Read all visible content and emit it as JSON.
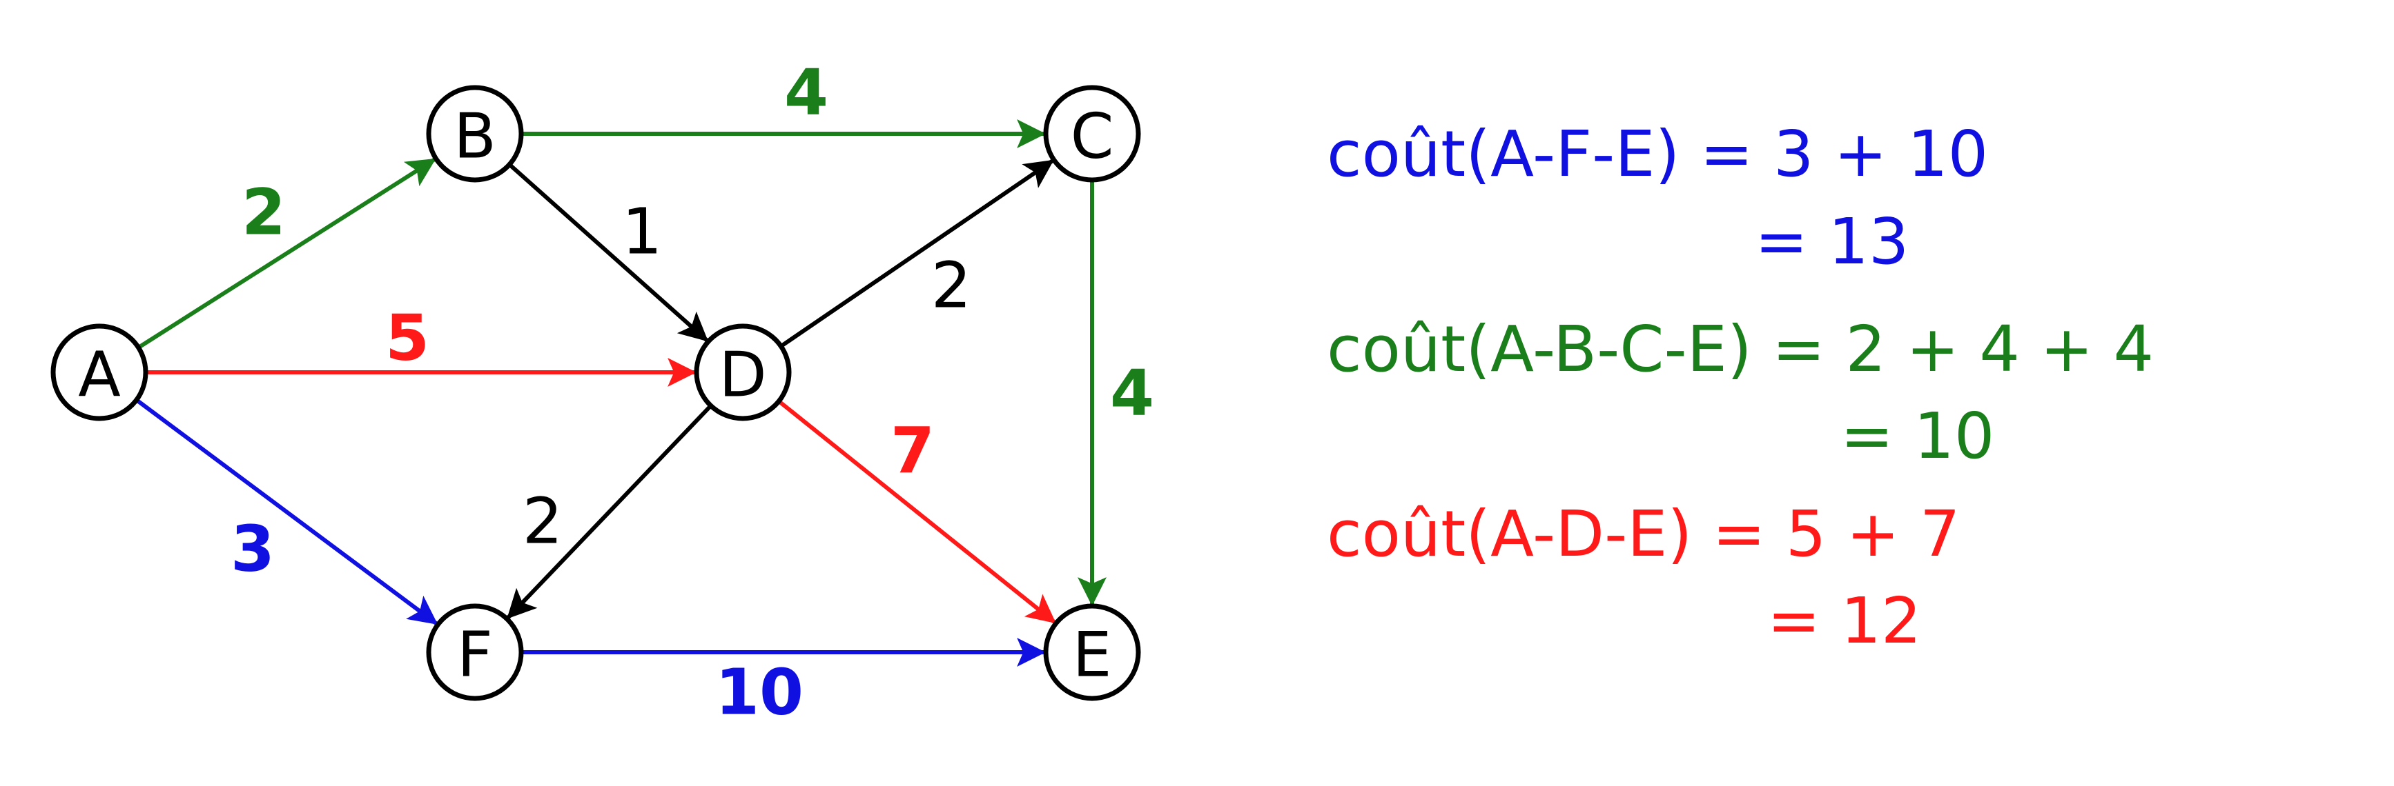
{
  "colors": {
    "black": "#000000",
    "green": "#1a7f1a",
    "red": "#ff1a1a",
    "blue": "#1010e0"
  },
  "graph": {
    "nodes": [
      {
        "id": "A",
        "label": "A"
      },
      {
        "id": "B",
        "label": "B"
      },
      {
        "id": "C",
        "label": "C"
      },
      {
        "id": "D",
        "label": "D"
      },
      {
        "id": "E",
        "label": "E"
      },
      {
        "id": "F",
        "label": "F"
      }
    ],
    "edges": [
      {
        "from": "A",
        "to": "B",
        "weight": "2",
        "color": "green"
      },
      {
        "from": "A",
        "to": "D",
        "weight": "5",
        "color": "red"
      },
      {
        "from": "A",
        "to": "F",
        "weight": "3",
        "color": "blue"
      },
      {
        "from": "B",
        "to": "C",
        "weight": "4",
        "color": "green"
      },
      {
        "from": "B",
        "to": "D",
        "weight": "1",
        "color": "black"
      },
      {
        "from": "D",
        "to": "C",
        "weight": "2",
        "color": "black"
      },
      {
        "from": "D",
        "to": "F",
        "weight": "2",
        "color": "black"
      },
      {
        "from": "D",
        "to": "E",
        "weight": "7",
        "color": "red"
      },
      {
        "from": "C",
        "to": "E",
        "weight": "4",
        "color": "green"
      },
      {
        "from": "F",
        "to": "E",
        "weight": "10",
        "color": "blue"
      }
    ]
  },
  "costs": [
    {
      "color": "blue",
      "line1": "coût(A-F-E) = 3 + 10",
      "line2": "= 13"
    },
    {
      "color": "green",
      "line1": "coût(A-B-C-E) = 2 + 4 + 4",
      "line2": "= 10"
    },
    {
      "color": "red",
      "line1": "coût(A-D-E) = 5 + 7",
      "line2": "= 12"
    }
  ]
}
